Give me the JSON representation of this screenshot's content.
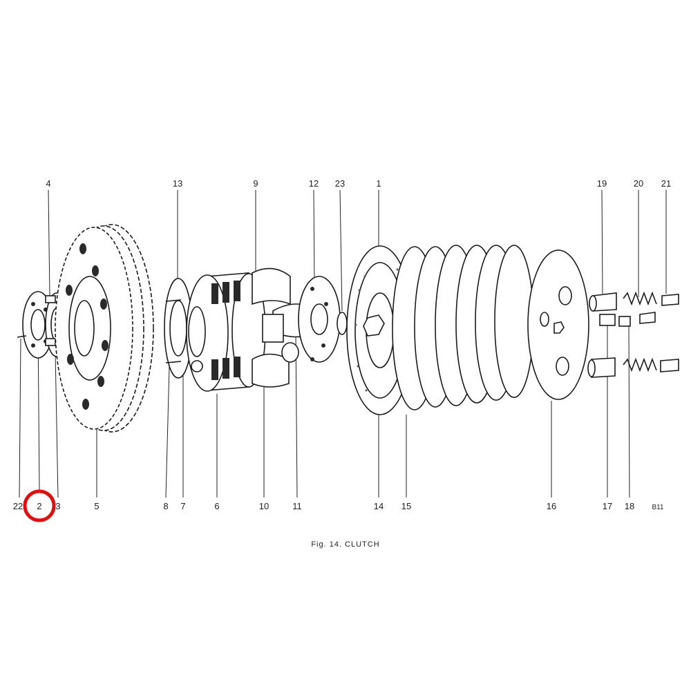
{
  "caption": "Fig. 14. CLUTCH",
  "plate_code": "B11",
  "highlight": {
    "label": "2",
    "color": "#e01010"
  },
  "callouts": {
    "top": [
      "4",
      "13",
      "9",
      "12",
      "23",
      "1",
      "19",
      "20",
      "21"
    ],
    "bottom": [
      "22",
      "2",
      "3",
      "5",
      "8",
      "7",
      "6",
      "10",
      "11",
      "14",
      "15",
      "16",
      "17",
      "18"
    ]
  }
}
